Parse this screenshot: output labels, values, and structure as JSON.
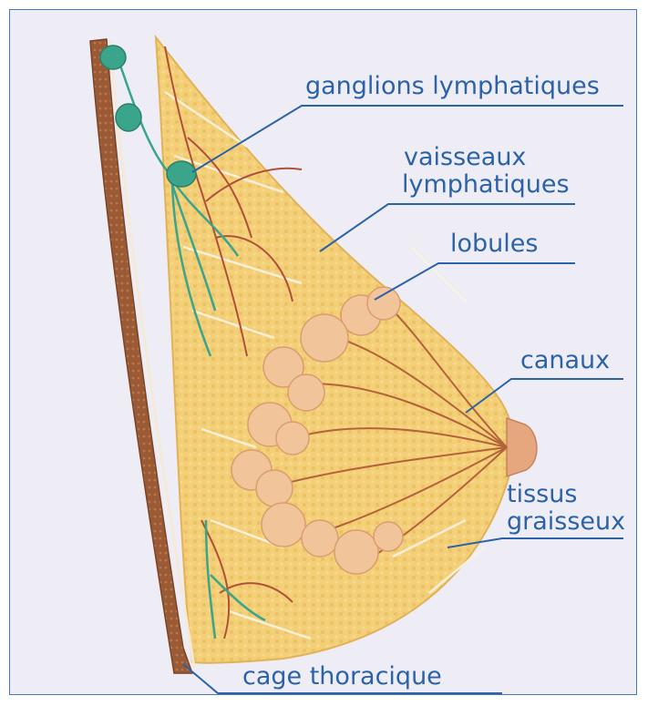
{
  "labels": {
    "lymph_nodes": "ganglions lymphatiques",
    "lymph_vessels_line1": "vaisseaux",
    "lymph_vessels_line2": "lymphatiques",
    "lobules": "lobules",
    "ducts": "canaux",
    "fat_line1": "tissus",
    "fat_line2": "graisseux",
    "rib_cage": "cage thoracique"
  },
  "colors": {
    "frame": "#4a78bd",
    "background": "#eeedf5",
    "label": "#2b62a8",
    "fat": "#f3cf77",
    "muscle": "#9a5a35",
    "lymph_node": "#3aa58b",
    "lobule": "#f2c49a",
    "vessel_red": "#b0503b"
  }
}
